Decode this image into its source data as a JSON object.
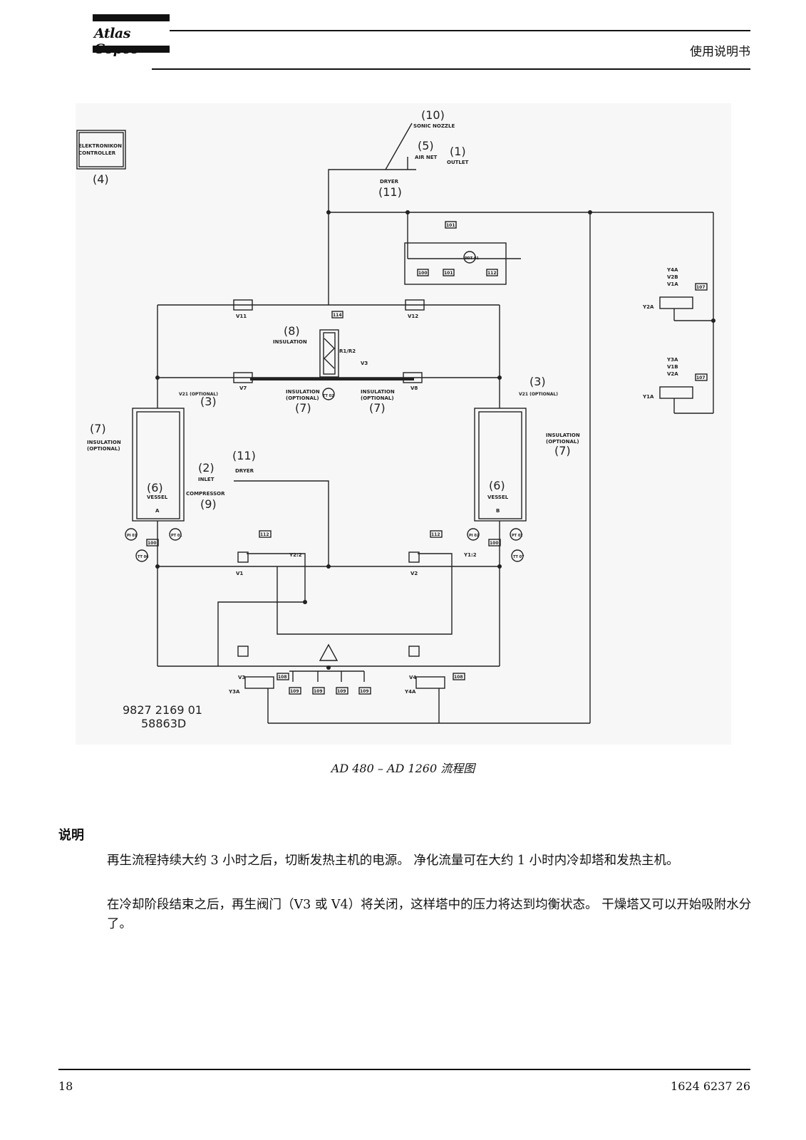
{
  "header": {
    "logo_text": "Atlas Copco",
    "title": "使用说明书"
  },
  "diagram": {
    "controller_label": [
      "ELEKTRONIKON",
      "CONTROLLER"
    ],
    "labels": {
      "n10": "(10)",
      "sonic_nozzle": "SONIC NOZZLE",
      "n5": "(5)",
      "air_net": "AIR NET",
      "n1": "(1)",
      "outlet": "OUTLET",
      "dryer_top": "DRYER",
      "n11_top": "(11)",
      "n4": "(4)",
      "v11": "V11",
      "v12": "V12",
      "v7": "V7",
      "v8": "V8",
      "n8": "(8)",
      "insulation": "INSULATION",
      "r1r2": "R1/R2",
      "v3_opt": "V3",
      "insulation_opt_l": "INSULATION",
      "optional_l": "(OPTIONAL)",
      "n7_mid_l": "(7)",
      "insulation_opt_r": "INSULATION",
      "optional_r": "(OPTIONAL)",
      "n7_mid_r": "(7)",
      "tt02": "TT 02",
      "n3_l": "(3)",
      "v21_opt_l": "V21 (OPTIONAL)",
      "n3_r": "(3)",
      "v21_opt_r": "V21 (OPTIONAL)",
      "n7_left": "(7)",
      "insulation_left": "INSULATION",
      "optional_left": "(OPTIONAL)",
      "insulation_right": "INSULATION",
      "optional_right": "(OPTIONAL)",
      "n7_right": "(7)",
      "n11_mid": "(11)",
      "dryer_mid": "DRYER",
      "n2": "(2)",
      "inlet": "INLET",
      "compressor": "COMPRESSOR",
      "n9": "(9)",
      "n6_a": "(6)",
      "vessel_a": "VESSEL",
      "a": "A",
      "n6_b": "(6)",
      "vessel_b": "VESSEL",
      "b": "B",
      "v1": "V1",
      "v2": "V2",
      "y22": "Y2:2",
      "y12": "Y1:2",
      "y3a": "Y3A",
      "y4a": "Y4A",
      "v3": "V3",
      "v4": "V4",
      "y4a_list": [
        "Y4A",
        "V2B",
        "V1A"
      ],
      "y2a": "Y2A",
      "y3a_list": [
        "Y3A",
        "V1B",
        "V2A"
      ],
      "y1a": "Y1A",
      "tag101": "101",
      "tag100": "100",
      "tag112": "112",
      "tag114": "114",
      "tag107": "107",
      "tag108": "108",
      "tag109": "109",
      "pi01": "PI 01",
      "pt01": "PT 01",
      "pi02": "PI 02",
      "pt02": "PT 02",
      "tt06": "TT 06",
      "tt07": "TT 07",
      "pdt01": "PDT 01"
    },
    "part_no": "9827 2169 01",
    "drawing_no": "58863D"
  },
  "caption": "AD 480 – AD 1260 流程图",
  "section": {
    "title": "说明",
    "paragraphs": [
      "再生流程持续大约 3 小时之后，切断发热主机的电源。 净化流量可在大约 1 小时内冷却塔和发热主机。",
      "在冷却阶段结束之后，再生阀门（V3 或 V4）将关闭，这样塔中的压力将达到均衡状态。 干燥塔又可以开始吸附水分了。"
    ]
  },
  "footer": {
    "page_number": "18",
    "doc_number": "1624 6237 26"
  }
}
